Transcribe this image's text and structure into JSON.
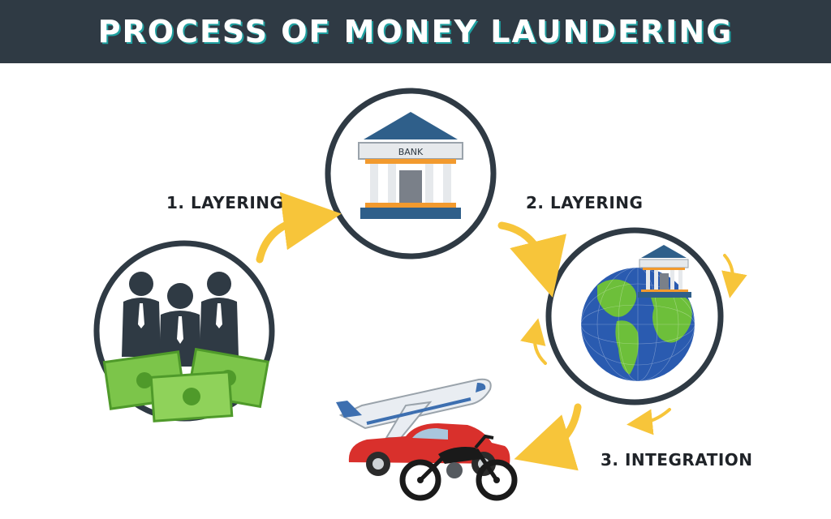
{
  "header": {
    "title": "PROCESS OF MONEY LAUNDERING"
  },
  "steps": [
    {
      "label": "1. LAYERING"
    },
    {
      "label": "2. LAYERING"
    },
    {
      "label": "3. INTEGRATION"
    }
  ],
  "bank": {
    "sign": "BANK"
  },
  "icons": [
    "people-icon",
    "cash-icon",
    "bank-icon",
    "globe-icon",
    "airplane-icon",
    "car-icon",
    "motorcycle-icon",
    "arrow-icon"
  ],
  "colors": {
    "header_bg": "#2f3a44",
    "title_shadow": "#1fa0a0",
    "circle_stroke": "#2f3a44",
    "arrow": "#f7c53a",
    "cash": "#7cc54a",
    "ocean": "#2a5bb0",
    "land": "#6dbf3a",
    "bank_roof": "#2f5f8a",
    "bank_pillar": "#f29a2e",
    "car": "#d9302c",
    "plane_stripe": "#3d6fb0"
  }
}
